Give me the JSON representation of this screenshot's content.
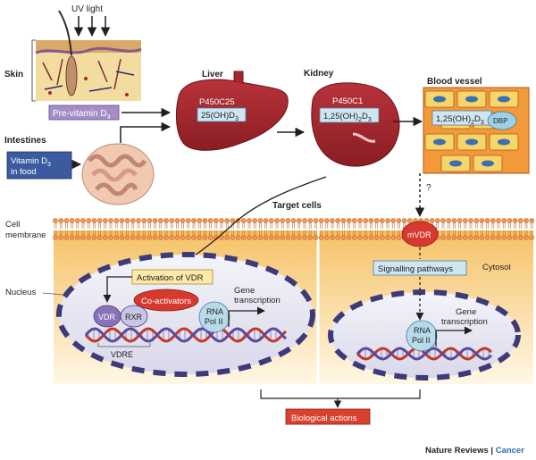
{
  "labels": {
    "uv_light": "UV light",
    "skin": "Skin",
    "pre_vitamin": "Pre-vitamin D",
    "pre_vitamin_sub": "3",
    "intestines": "Intestines",
    "vitamin_food_1": "Vitamin D",
    "vitamin_food_1_sub": "3",
    "vitamin_food_2": "in food",
    "liver": "Liver",
    "liver_enzyme": "P450C25",
    "liver_product_a": "25(OH)D",
    "liver_product_sub": "3",
    "kidney": "Kidney",
    "kidney_enzyme": "P450C1",
    "kidney_product_a": "1,25(OH)",
    "kidney_product_sub1": "2",
    "kidney_product_b": "D",
    "kidney_product_sub2": "3",
    "blood_vessel": "Blood vessel",
    "blood_product_a": "1,25(OH)",
    "blood_product_sub1": "2",
    "blood_product_b": "D",
    "blood_product_sub2": "3",
    "dbp": "DBP",
    "question": "?",
    "target_cells": "Target cells",
    "cell_membrane_1": "Cell",
    "cell_membrane_2": "membrane",
    "mvdr": "mVDR",
    "cytosol": "Cytosol",
    "nucleus": "Nucleus",
    "activation_vdr": "Activation of VDR",
    "signalling": "Signalling pathways",
    "coactivators": "Co-activators",
    "vdr": "VDR",
    "rxr": "RXR",
    "rna_pol_1": "RNA",
    "rna_pol_2": "Pol II",
    "gene_tx_1": "Gene",
    "gene_tx_2": "transcription",
    "vdre": "VDRE",
    "rna_pol_right_1": "RNA",
    "rna_pol_right_2": "Pol II",
    "gene_tx_right_1": "Gene",
    "gene_tx_right_2": "transcription",
    "biological_actions": "Biological actions",
    "journal_a": "Nature Reviews",
    "journal_sep": " | ",
    "journal_b": "Cancer"
  },
  "colors": {
    "organ_red": "#a8242e",
    "organ_dark": "#7a1a20",
    "label_blue": "#cfe6f2",
    "label_blue_border": "#4a7fa6",
    "vdr_purple": "#8a72b8",
    "coactivator_red": "#d63a2f",
    "dna_red": "#c0392b",
    "dna_purple": "#5a4a9a",
    "membrane_orange": "#f0a35b",
    "cytosol_yellow": "#f6c36a",
    "nucleus_fill": "#e8e8f2",
    "nucleus_border": "#3d3a7a",
    "activation_yellow": "#fde9a8",
    "bio_action_red": "#d9412e",
    "pre_vitamin_purple": "#a58ec6",
    "food_blue": "#3c5aa0",
    "journal_blue": "#2a6fb0"
  }
}
